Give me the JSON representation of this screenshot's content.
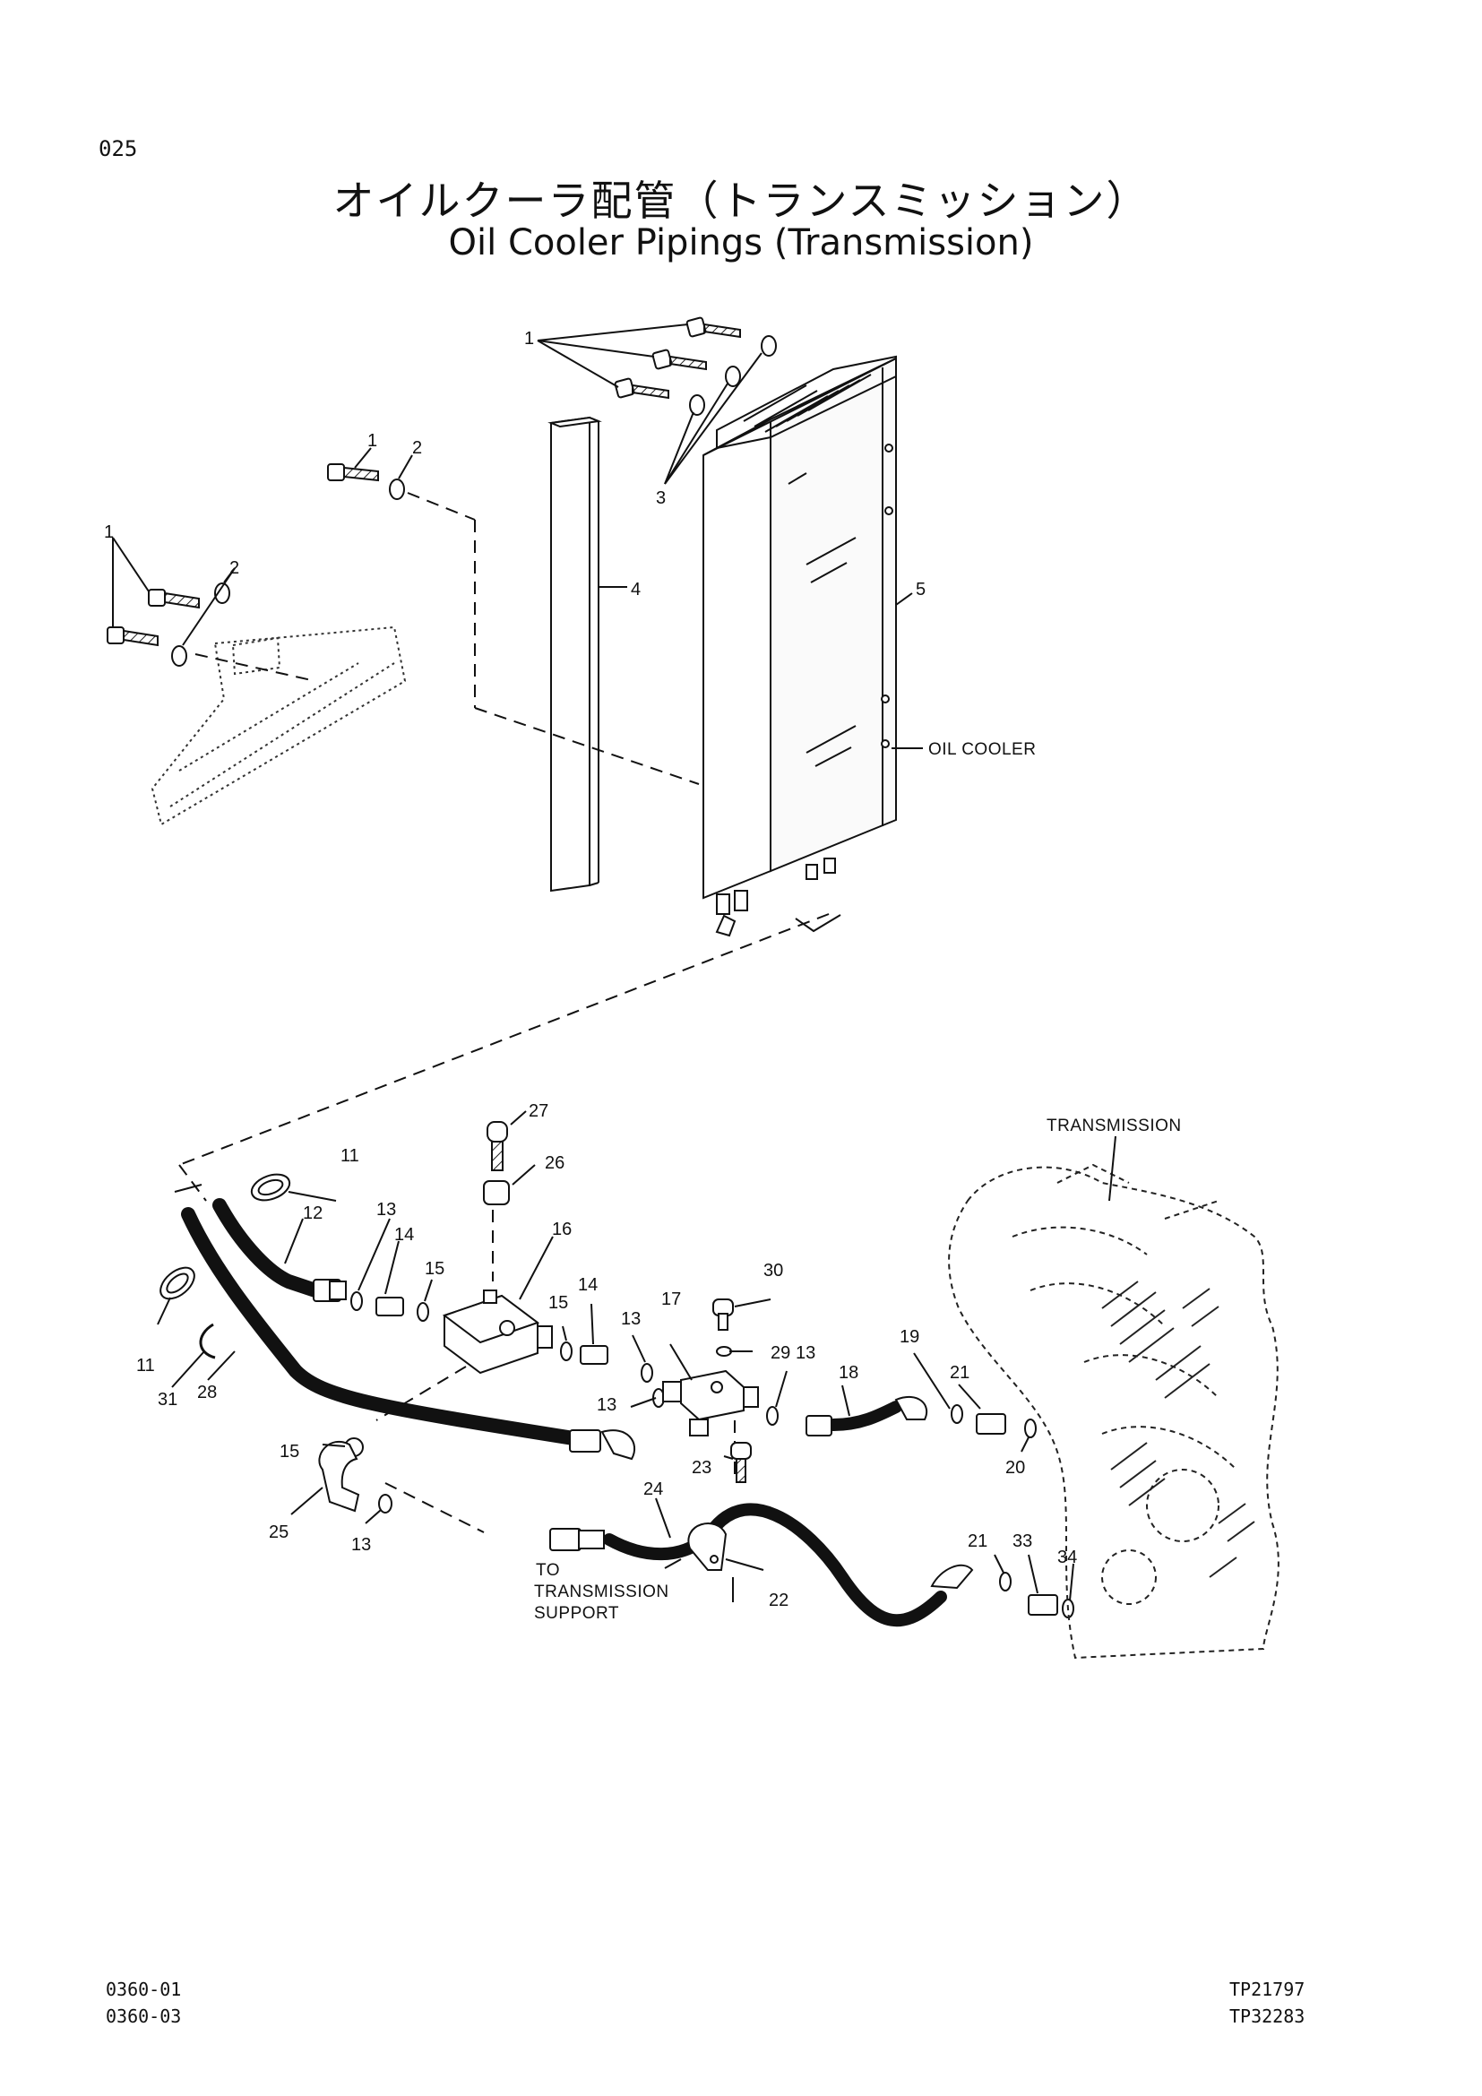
{
  "page_number": "025",
  "title_jp": "オイルクーラ配管（トランスミッション）",
  "title_en": "Oil Cooler Pipings (Transmission)",
  "callouts": {
    "oil_cooler": "OIL COOLER",
    "transmission": "TRANSMISSION",
    "to_support_line1": "TO",
    "to_support_line2": "TRANSMISSION",
    "to_support_line3": "SUPPORT"
  },
  "parts": {
    "p1": "1",
    "p2": "2",
    "p3": "3",
    "p4": "4",
    "p5": "5",
    "p11": "11",
    "p12": "12",
    "p13": "13",
    "p14": "14",
    "p15": "15",
    "p16": "16",
    "p17": "17",
    "p18": "18",
    "p19": "19",
    "p20": "20",
    "p21": "21",
    "p22": "22",
    "p23": "23",
    "p24": "24",
    "p25": "25",
    "p26": "26",
    "p27": "27",
    "p28": "28",
    "p29": "29",
    "p30": "30",
    "p31": "31",
    "p33": "33",
    "p34": "34"
  },
  "footer": {
    "left_line1": "0360-01",
    "left_line2": "0360-03",
    "right_line1": "TP21797",
    "right_line2": "TP32283"
  }
}
